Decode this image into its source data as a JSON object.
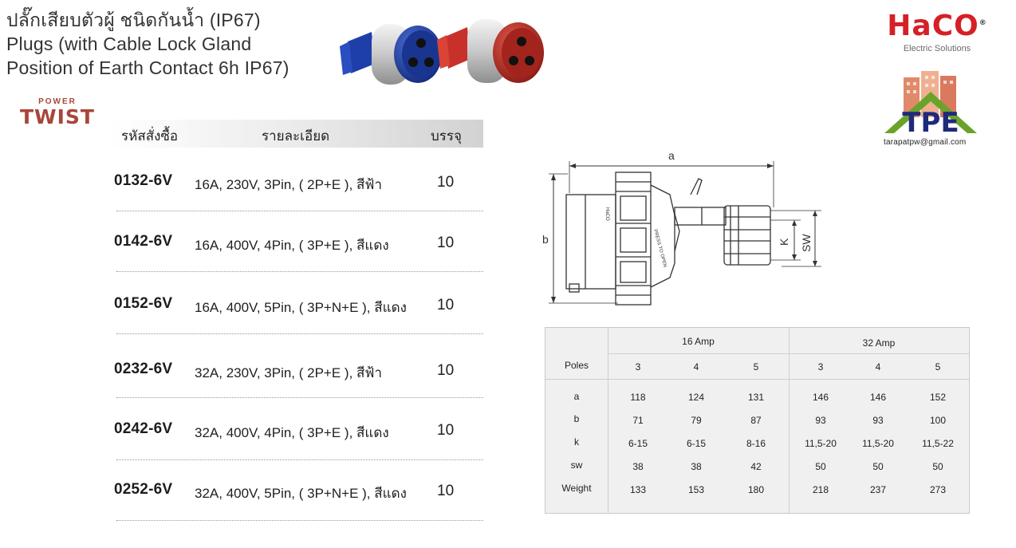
{
  "title": {
    "line1": "ปลั๊กเสียบตัวผู้ ชนิดกันน้ำ (IP67)",
    "line2": "Plugs (with Cable Lock Gland",
    "line3": "Position of Earth Contact 6h IP67)"
  },
  "brand": {
    "haco": "HaCO",
    "haco_mark": "®",
    "haco_tagline": "Electric Solutions",
    "tpe": "TPE",
    "tpe_email": "tarapatpw@gmail.com",
    "series_small": "POWER",
    "series_big": "TWIST"
  },
  "colors": {
    "blue_plug": "#1f3fa8",
    "red_plug": "#c8312a",
    "haco_red": "#d61f26"
  },
  "list": {
    "headers": {
      "code": "รหัสสั่งซื้อ",
      "detail": "รายละเอียด",
      "pack": "บรรจุ"
    },
    "rows": [
      {
        "code": "0132-6V",
        "desc": "16A, 230V, 3Pin, ( 2P+E ), สีฟ้า",
        "qty": "10"
      },
      {
        "code": "0142-6V",
        "desc": "16A, 400V, 4Pin, ( 3P+E ), สีแดง",
        "qty": "10"
      },
      {
        "code": "0152-6V",
        "desc": "16A, 400V, 5Pin, ( 3P+N+E ), สีแดง",
        "qty": "10"
      },
      {
        "code": "0232-6V",
        "desc": "32A, 230V, 3Pin, ( 2P+E ), สีฟ้า",
        "qty": "10"
      },
      {
        "code": "0242-6V",
        "desc": "32A, 400V, 4Pin, ( 3P+E ), สีแดง",
        "qty": "10"
      },
      {
        "code": "0252-6V",
        "desc": "32A, 400V, 5Pin, ( 3P+N+E ), สีแดง",
        "qty": "10"
      }
    ]
  },
  "drawing": {
    "a": "a",
    "b": "b",
    "k": "K",
    "sw": "SW",
    "press": "PRESS TO OPEN",
    "logo": "HaCO"
  },
  "spec": {
    "group1": "16 Amp",
    "group2": "32 Amp",
    "poles_label": "Poles",
    "poles": [
      "3",
      "4",
      "5",
      "3",
      "4",
      "5"
    ],
    "rows": [
      {
        "label": "a",
        "values": [
          "118",
          "124",
          "131",
          "146",
          "146",
          "152"
        ]
      },
      {
        "label": "b",
        "values": [
          "71",
          "79",
          "87",
          "93",
          "93",
          "100"
        ]
      },
      {
        "label": "k",
        "values": [
          "6-15",
          "6-15",
          "8-16",
          "11,5-20",
          "11,5-20",
          "11,5-22"
        ]
      },
      {
        "label": "sw",
        "values": [
          "38",
          "38",
          "42",
          "50",
          "50",
          "50"
        ]
      },
      {
        "label": "Weight",
        "values": [
          "133",
          "153",
          "180",
          "218",
          "237",
          "273"
        ]
      }
    ]
  }
}
